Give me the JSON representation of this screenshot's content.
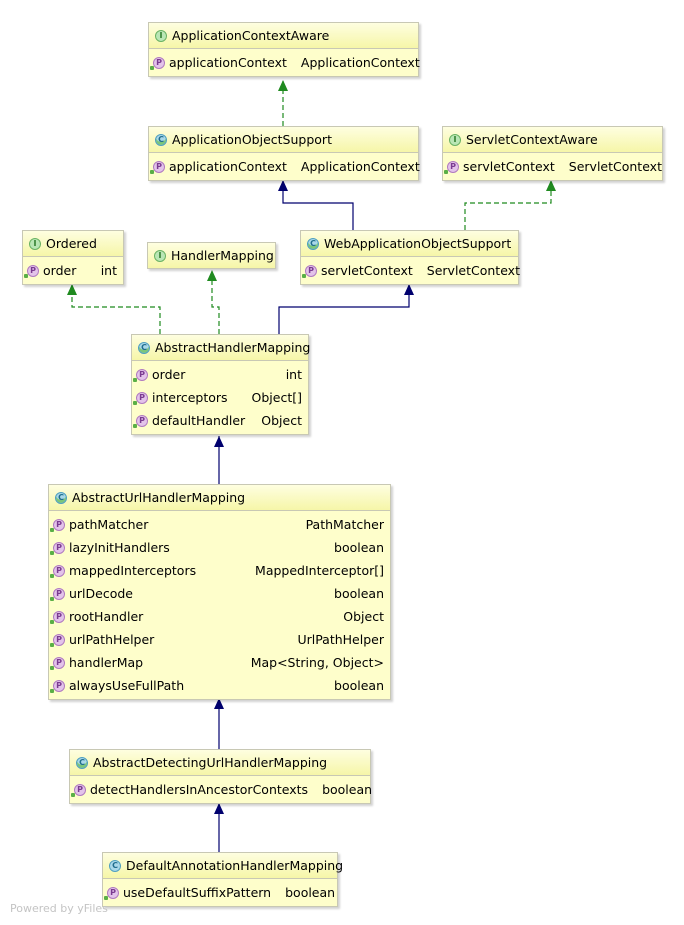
{
  "nodes": [
    {
      "id": "ApplicationContextAware",
      "kind": "interface",
      "kind_letter": "I",
      "name": "ApplicationContextAware",
      "fields": [
        {
          "access": "public",
          "letter": "P",
          "name": "applicationContext",
          "type": "ApplicationContext"
        }
      ]
    },
    {
      "id": "ApplicationObjectSupport",
      "kind": "abstract-class",
      "kind_letter": "C",
      "name": "ApplicationObjectSupport",
      "fields": [
        {
          "access": "public",
          "letter": "P",
          "name": "applicationContext",
          "type": "ApplicationContext"
        }
      ]
    },
    {
      "id": "ServletContextAware",
      "kind": "interface",
      "kind_letter": "I",
      "name": "ServletContextAware",
      "fields": [
        {
          "access": "public",
          "letter": "P",
          "name": "servletContext",
          "type": "ServletContext"
        }
      ]
    },
    {
      "id": "Ordered",
      "kind": "interface",
      "kind_letter": "I",
      "name": "Ordered",
      "fields": [
        {
          "access": "public",
          "letter": "P",
          "name": "order",
          "type": "int"
        }
      ]
    },
    {
      "id": "HandlerMapping",
      "kind": "interface",
      "kind_letter": "I",
      "name": "HandlerMapping",
      "fields": []
    },
    {
      "id": "WebApplicationObjectSupport",
      "kind": "abstract-class",
      "kind_letter": "C",
      "name": "WebApplicationObjectSupport",
      "fields": [
        {
          "access": "public",
          "letter": "P",
          "name": "servletContext",
          "type": "ServletContext"
        }
      ]
    },
    {
      "id": "AbstractHandlerMapping",
      "kind": "abstract-class",
      "kind_letter": "C",
      "name": "AbstractHandlerMapping",
      "fields": [
        {
          "access": "public",
          "letter": "P",
          "name": "order",
          "type": "int"
        },
        {
          "access": "public",
          "letter": "P",
          "name": "interceptors",
          "type": "Object[]"
        },
        {
          "access": "public",
          "letter": "P",
          "name": "defaultHandler",
          "type": "Object"
        }
      ]
    },
    {
      "id": "AbstractUrlHandlerMapping",
      "kind": "abstract-class",
      "kind_letter": "C",
      "name": "AbstractUrlHandlerMapping",
      "fields": [
        {
          "access": "public",
          "letter": "P",
          "name": "pathMatcher",
          "type": "PathMatcher"
        },
        {
          "access": "public",
          "letter": "P",
          "name": "lazyInitHandlers",
          "type": "boolean"
        },
        {
          "access": "public",
          "letter": "P",
          "name": "mappedInterceptors",
          "type": "MappedInterceptor[]"
        },
        {
          "access": "public",
          "letter": "P",
          "name": "urlDecode",
          "type": "boolean"
        },
        {
          "access": "public",
          "letter": "P",
          "name": "rootHandler",
          "type": "Object"
        },
        {
          "access": "public",
          "letter": "P",
          "name": "urlPathHelper",
          "type": "UrlPathHelper"
        },
        {
          "access": "public",
          "letter": "P",
          "name": "handlerMap",
          "type": "Map<String, Object>"
        },
        {
          "access": "public",
          "letter": "P",
          "name": "alwaysUseFullPath",
          "type": "boolean"
        }
      ]
    },
    {
      "id": "AbstractDetectingUrlHandlerMapping",
      "kind": "abstract-class",
      "kind_letter": "C",
      "name": "AbstractDetectingUrlHandlerMapping",
      "fields": [
        {
          "access": "public",
          "letter": "P",
          "name": "detectHandlersInAncestorContexts",
          "type": "boolean"
        }
      ]
    },
    {
      "id": "DefaultAnnotationHandlerMapping",
      "kind": "class",
      "kind_letter": "C",
      "name": "DefaultAnnotationHandlerMapping",
      "fields": [
        {
          "access": "public",
          "letter": "P",
          "name": "useDefaultSuffixPattern",
          "type": "boolean"
        }
      ]
    }
  ],
  "edges": [
    {
      "from": "ApplicationObjectSupport",
      "to": "ApplicationContextAware",
      "relation": "implements"
    },
    {
      "from": "WebApplicationObjectSupport",
      "to": "ApplicationObjectSupport",
      "relation": "extends"
    },
    {
      "from": "WebApplicationObjectSupport",
      "to": "ServletContextAware",
      "relation": "implements"
    },
    {
      "from": "AbstractHandlerMapping",
      "to": "Ordered",
      "relation": "implements"
    },
    {
      "from": "AbstractHandlerMapping",
      "to": "HandlerMapping",
      "relation": "implements"
    },
    {
      "from": "AbstractHandlerMapping",
      "to": "WebApplicationObjectSupport",
      "relation": "extends"
    },
    {
      "from": "AbstractUrlHandlerMapping",
      "to": "AbstractHandlerMapping",
      "relation": "extends"
    },
    {
      "from": "AbstractDetectingUrlHandlerMapping",
      "to": "AbstractUrlHandlerMapping",
      "relation": "extends"
    },
    {
      "from": "DefaultAnnotationHandlerMapping",
      "to": "AbstractDetectingUrlHandlerMapping",
      "relation": "extends"
    }
  ],
  "colors": {
    "implements": "#1f8a1f",
    "extends": "#00006e",
    "node_fill": "#fefecb",
    "node_border": "#c8c8b4"
  },
  "watermark": "Powered by yFiles"
}
